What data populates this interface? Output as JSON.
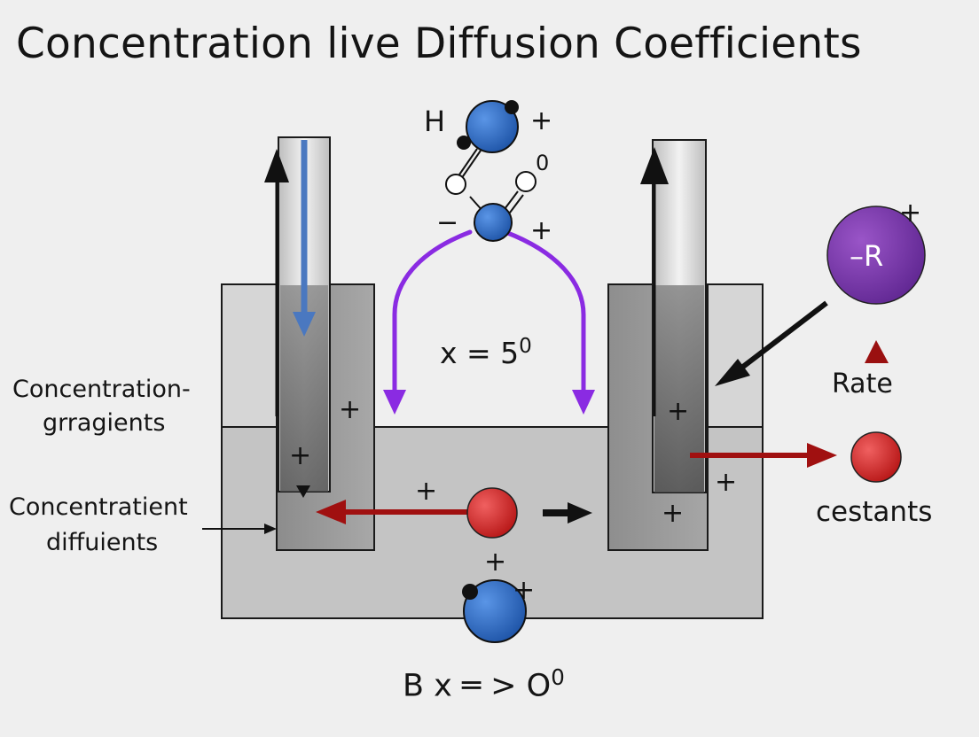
{
  "title": "Concentration live Diffusion Coefficients",
  "labels": {
    "left_upper_line1": "Concentration-",
    "left_upper_line2": "grragients",
    "left_lower_line1": "Concentratient",
    "left_lower_line2": "diffuients",
    "rate": "Rate",
    "cestants": "cestants",
    "middle_eq": "x = 5",
    "middle_eq_sup": "0",
    "bottom_eq": "B x ═ > O",
    "bottom_eq_sup": "0",
    "molecule_h": "H",
    "molecule_o_sup": "0",
    "ion_r": "–R"
  },
  "signs": {
    "plus": "+",
    "minus": "−"
  },
  "colors": {
    "background": "#efefef",
    "tank_light": "#d4d4d4",
    "tank_mid": "#bdbdbd",
    "chamber": "#9a9a9a",
    "tube_gradient_light": "#e6e6e6",
    "tube_gradient_dark": "#6e6e6e",
    "blue_arrow": "#4a78c0",
    "purple_arrow": "#8a2be2",
    "red_arrow": "#a01010",
    "red_particle": "#d42a2a",
    "blue_particle": "#3a73c9",
    "purple_ion": "#7a3aa8",
    "rate_triangle": "#9a1010"
  }
}
